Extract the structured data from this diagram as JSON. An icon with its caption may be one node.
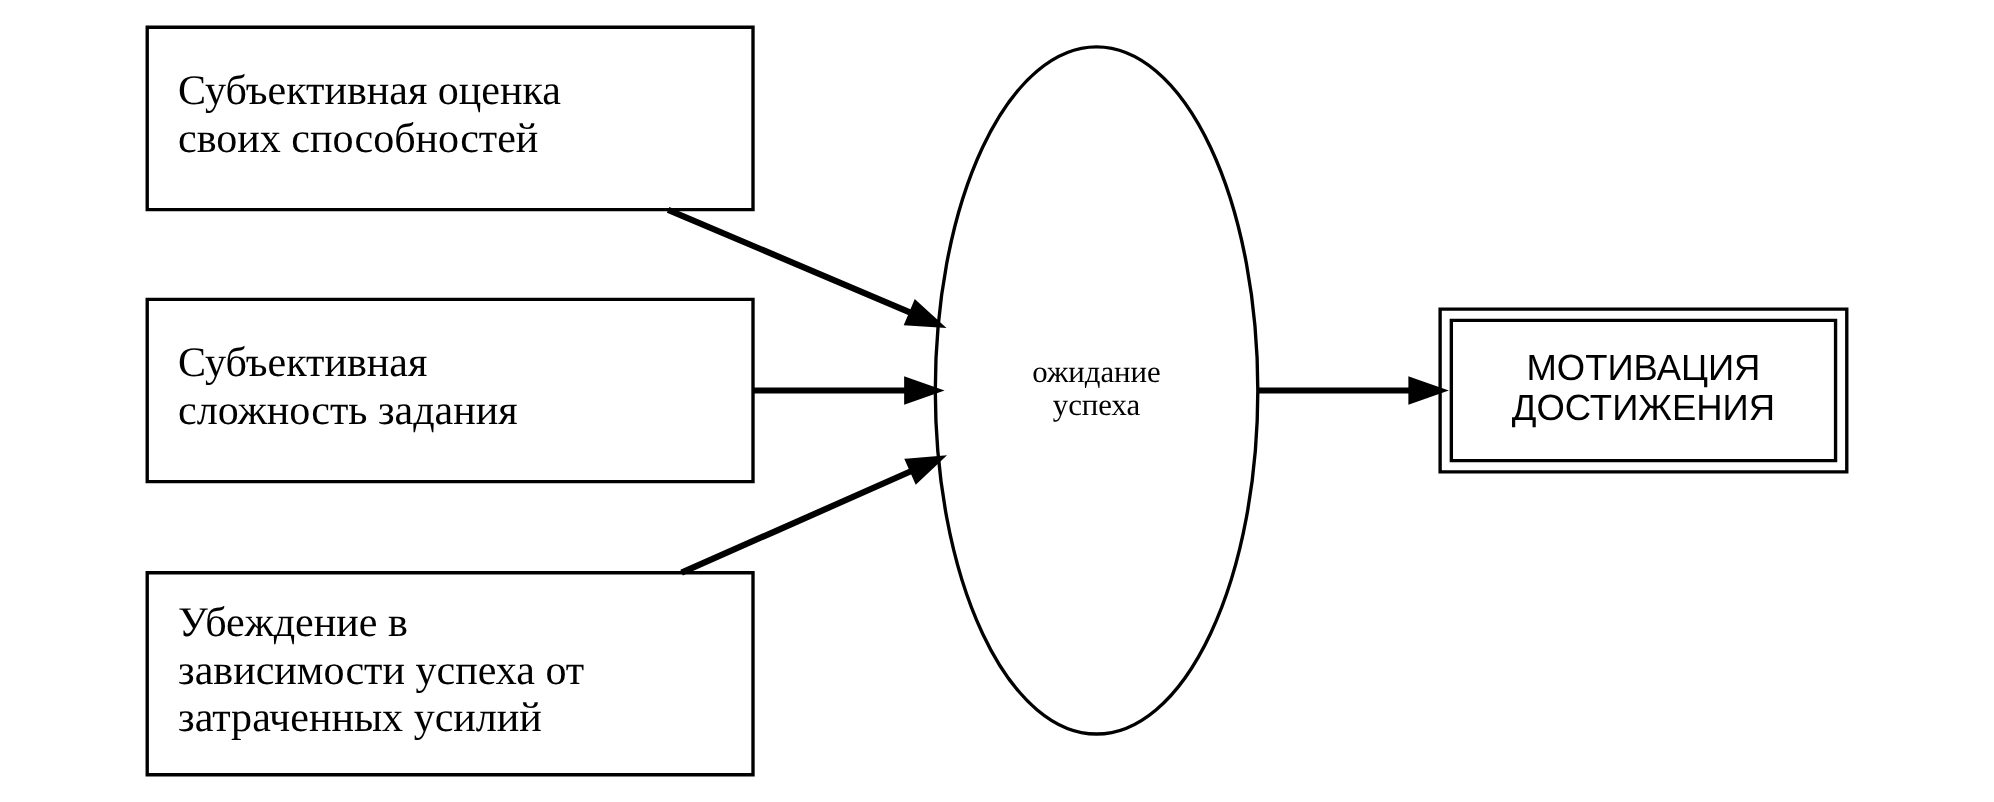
{
  "diagram": {
    "nodes": [
      {
        "text": [
          "Субъективная оценка своих способностей"
        ]
      },
      {
        "text": [
          "Субъективная сложность задания"
        ]
      },
      {
        "text": [
          "Убеждение в зависимости успеха от затраченных усилий"
        ]
      },
      {
        "text": [
          "ожидание успеха"
        ]
      },
      {
        "text": [
          "МОТИВАЦИЯ ДОСТИЖЕНИЯ"
        ]
      }
    ],
    "edges": [
      {
        "from": 0,
        "to": 3,
        "arrow": "to"
      },
      {
        "from": 1,
        "to": 3,
        "arrow": "to"
      },
      {
        "from": 2,
        "to": 3,
        "arrow": "to"
      },
      {
        "from": 3,
        "to": 4,
        "arrow": "to"
      }
    ]
  }
}
